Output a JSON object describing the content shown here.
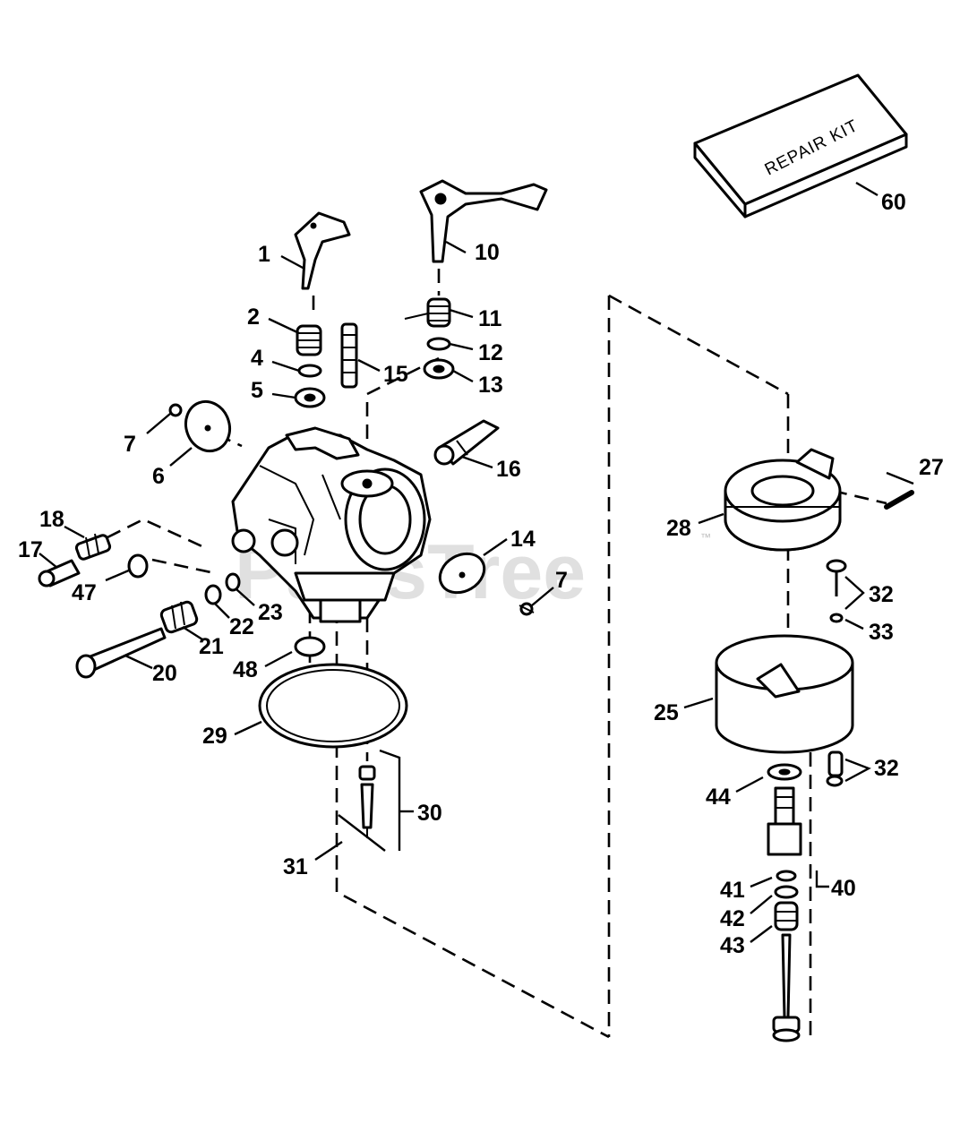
{
  "watermark": {
    "text": "PartsTree",
    "tm": "™"
  },
  "repair_kit": {
    "label": "REPAIR KIT"
  },
  "callouts": {
    "c1": "1",
    "c2": "2",
    "c4": "4",
    "c5": "5",
    "c6": "6",
    "c7a": "7",
    "c7b": "7",
    "c10": "10",
    "c11": "11",
    "c12": "12",
    "c13": "13",
    "c14": "14",
    "c15": "15",
    "c16": "16",
    "c17": "17",
    "c18": "18",
    "c20": "20",
    "c21": "21",
    "c22": "22",
    "c23": "23",
    "c25": "25",
    "c27": "27",
    "c28": "28",
    "c29": "29",
    "c30": "30",
    "c31": "31",
    "c32a": "32",
    "c32b": "32",
    "c33": "33",
    "c40": "40",
    "c41": "41",
    "c42": "42",
    "c43": "43",
    "c44": "44",
    "c47": "47",
    "c48": "48",
    "c60": "60"
  }
}
